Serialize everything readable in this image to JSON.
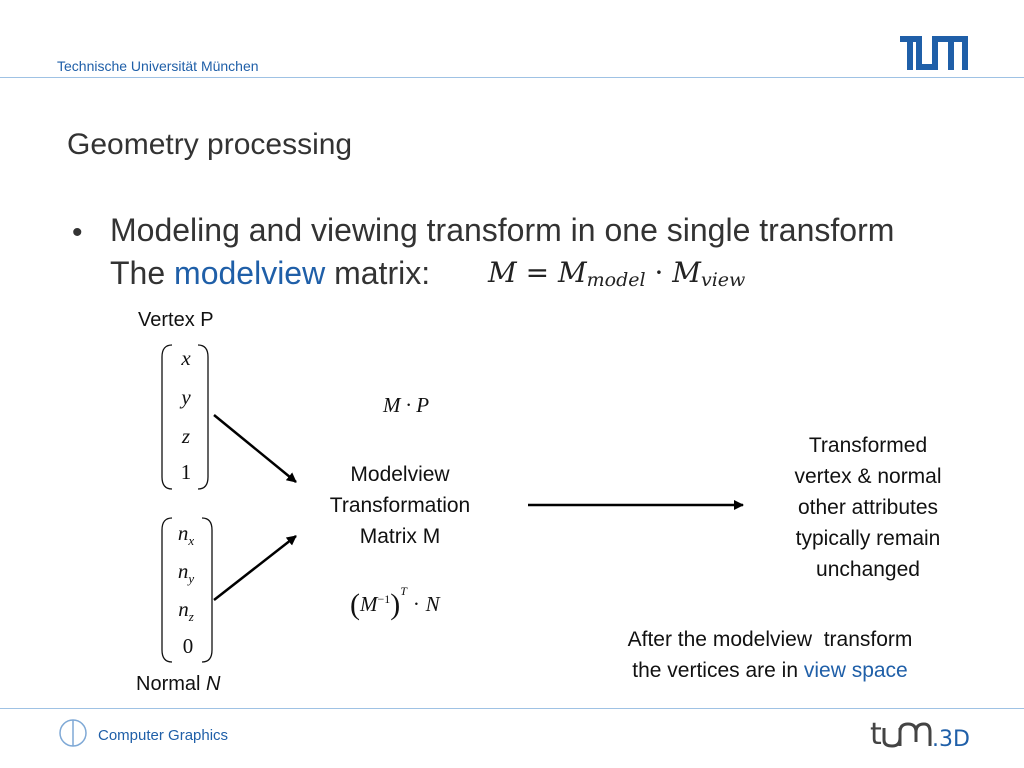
{
  "header": {
    "university": "Technische Universität München",
    "logo_name": "TUM",
    "accent": "#1f5fa8"
  },
  "slide": {
    "title": "Geometry processing",
    "bullet": {
      "line1": "Modeling and viewing transform in one single transform",
      "line2_prefix": "The",
      "line2_highlight": "modelview",
      "line2_suffix": "matrix:"
    },
    "equation": {
      "lhs": "M",
      "equals": "=",
      "m": "M",
      "sub_model": "model",
      "dot": "·",
      "m2": "M",
      "sub_view": "view"
    }
  },
  "diagram": {
    "vertex_label": "Vertex P",
    "vertex_entries": [
      "x",
      "y",
      "z",
      "1"
    ],
    "normal_label_prefix": "Normal",
    "normal_label_symbol": "N",
    "normal_entries": [
      {
        "base": "n",
        "sub": "x"
      },
      {
        "base": "n",
        "sub": "y"
      },
      {
        "base": "n",
        "sub": "z"
      },
      {
        "base": "0",
        "sub": ""
      }
    ],
    "vertex_formula": "M · P",
    "center_box": [
      "Modelview",
      "Transformation",
      "Matrix M"
    ],
    "normal_formula": {
      "m": "M",
      "exp_inv": "−1",
      "exp_t": "T",
      "dot": "·",
      "n": "N"
    },
    "result": [
      "Transformed",
      "vertex & normal",
      "other attributes",
      "typically remain",
      "unchanged"
    ],
    "note_line1": "After the modelview  transform",
    "note_line2_prefix": "the vertices are in",
    "note_line2_highlight": "view space"
  },
  "footer": {
    "course": "Computer Graphics",
    "logo_name": "tum.3D"
  }
}
